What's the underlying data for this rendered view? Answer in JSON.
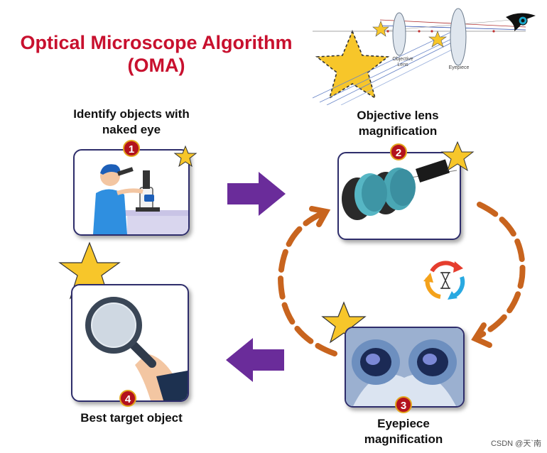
{
  "title": {
    "line1": "Optical Microscope Algorithm",
    "line2": "(OMA)"
  },
  "optics_diagram": {
    "objective_label": "Objective Lens",
    "eyepiece_label": "Eyepiece"
  },
  "steps": [
    {
      "number": "1",
      "label_line1": "Identify objects with",
      "label_line2": "naked eye"
    },
    {
      "number": "2",
      "label_line1": "Objective lens",
      "label_line2": "magnification"
    },
    {
      "number": "3",
      "label_line1": "Eyepiece",
      "label_line2": "magnification"
    },
    {
      "number": "4",
      "label_line1": "Best target object",
      "label_line2": ""
    }
  ],
  "colors": {
    "title": "#c8102e",
    "card_border": "#2e2d6b",
    "badge": "#b3121d",
    "arrow_purple": "#6a2c9a",
    "loop_orange": "#c8641e",
    "star": "#f7c62a"
  },
  "watermark": "CSDN @天`南"
}
